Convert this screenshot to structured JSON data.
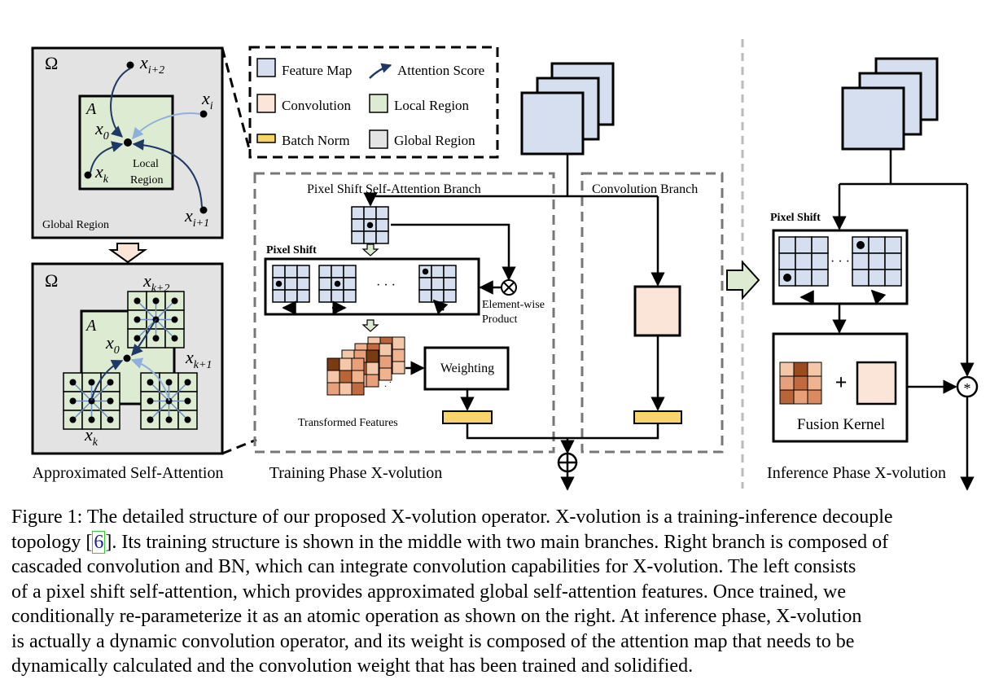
{
  "omega": "Ω",
  "panel_top": {
    "region_a": "A",
    "points": {
      "x_i2": "x",
      "x_i2_sub": "i+2",
      "x_i": "x",
      "x_i_sub": "i",
      "x_0": "x",
      "x_0_sub": "0",
      "x_k": "x",
      "x_k_sub": "k",
      "x_i1": "x",
      "x_i1_sub": "i+1"
    },
    "local_region": [
      "Local",
      "Region"
    ],
    "global_region": "Global Region"
  },
  "panel_bottom": {
    "region_a": "A",
    "x_k2": "x",
    "x_k2_sub": "k+2",
    "x_0": "x",
    "x_0_sub": "0",
    "x_k1": "x",
    "x_k1_sub": "k+1",
    "x_k": "x",
    "x_k_sub": "k"
  },
  "legend": {
    "feature_map": "Feature Map",
    "attention_score": "Attention Score",
    "convolution": "Convolution",
    "local_region": "Local Region",
    "batch_norm": "Batch Norm",
    "global_region": "Global Region"
  },
  "training": {
    "psa_branch": "Pixel Shift Self-Attention Branch",
    "conv_branch": "Convolution Branch",
    "pixel_shift": "Pixel Shift",
    "dots": "· · ·",
    "element_wise": [
      "Element-wise",
      "Product"
    ],
    "weighting": "Weighting",
    "transformed": "Transformed Features"
  },
  "inference": {
    "pixel_shift": "Pixel Shift",
    "dots": "· · ·",
    "fusion_kernel": "Fusion Kernel"
  },
  "labels": {
    "approx": "Approximated Self-Attention",
    "training_phase": "Training Phase X-volution",
    "inference_phase": "Inference Phase X-volution"
  },
  "caption": {
    "line1": "Figure 1: The detailed structure of our proposed X-volution operator. X-volution is a training-inference decouple",
    "line2_pre": "topology [",
    "line2_ref": "6",
    "line2_post": "]. Its training structure is shown in the middle with two main branches. Right branch is composed of",
    "line3": "cascaded convolution and BN, which can integrate convolution capabilities for X-volution. The left consists",
    "line4": "of a pixel shift self-attention, which provides approximated global self-attention features. Once trained, we",
    "line5": "conditionally re-parameterize it as an atomic operation as shown on the right. At inference phase, X-volution",
    "line6": "is actually a dynamic convolution operator, and its weight is composed of the attention map that needs to be",
    "line7": "dynamically calculated and the convolution weight that has been trained and solidified."
  },
  "colors": {
    "feature_map": "#d5dff0",
    "convolution": "#fbe4d8",
    "local_region": "#dcebd2",
    "batch_norm": "#f9d36b",
    "global_region": "#e3e3e3",
    "attention_arrow": "#1f3864",
    "attention_arrow_light": "#8fb0dc",
    "ref_border": "#33cc33"
  }
}
